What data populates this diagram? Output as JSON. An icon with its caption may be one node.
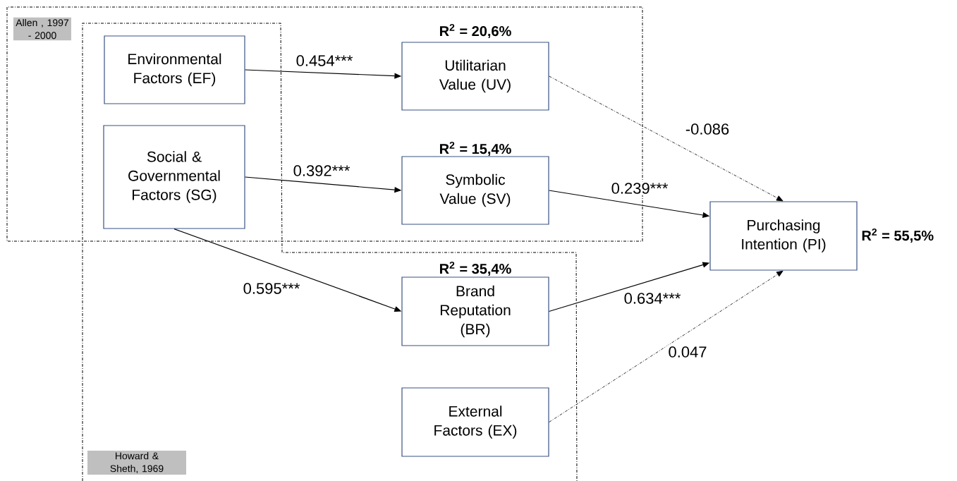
{
  "diagram": {
    "nodes": [
      {
        "text": [
          "Environmental Factors (EF)"
        ]
      },
      {
        "text": [
          "Social & Governmental Factors (SG)"
        ]
      },
      {
        "text": [
          "Utilitarian Value (UV)"
        ],
        "beside": [
          "R$^{2}$ = 20,6%"
        ]
      },
      {
        "text": [
          "Symbolic Value (SV)"
        ],
        "beside": [
          "R$^{2}$ = 15,4%"
        ]
      },
      {
        "text": [
          "Brand Reputation (BR)"
        ],
        "beside": [
          "R$^{2}$ = 35,4%"
        ]
      },
      {
        "text": [
          "External Factors (EX)"
        ]
      },
      {
        "text": [
          "Purchasing Intention (PI)"
        ],
        "beside": [
          "R$^{2}$ = 55,5%"
        ]
      }
    ],
    "edges": [
      {
        "from": 0,
        "to": 2,
        "arrow": "to",
        "label": "0.454***"
      },
      {
        "from": 1,
        "to": 3,
        "arrow": "to",
        "label": "0.392***"
      },
      {
        "from": 1,
        "to": 4,
        "arrow": "to",
        "label": "0.595***"
      },
      {
        "from": 2,
        "to": 6,
        "arrow": "to",
        "label": "-0.086",
        "style": "dashed"
      },
      {
        "from": 3,
        "to": 6,
        "arrow": "to",
        "label": "0.239***"
      },
      {
        "from": 4,
        "to": 6,
        "arrow": "to",
        "label": "0.634***"
      },
      {
        "from": 5,
        "to": 6,
        "arrow": "to",
        "label": "0.047",
        "style": "dashed"
      }
    ],
    "labels": [
      "Allen , 1997 - 2000",
      "Howard & Sheth, 1969"
    ]
  }
}
